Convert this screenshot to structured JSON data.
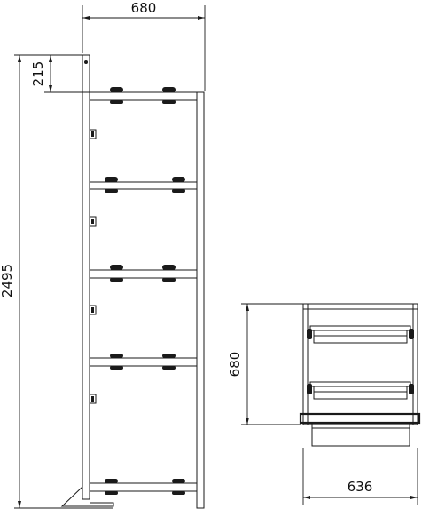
{
  "dimensions": {
    "top_width": "680",
    "top_offset": "215",
    "total_height": "2495",
    "side_height": "680",
    "side_width": "636"
  },
  "colors": {
    "line": "#1a1a1a",
    "background": "#ffffff"
  }
}
